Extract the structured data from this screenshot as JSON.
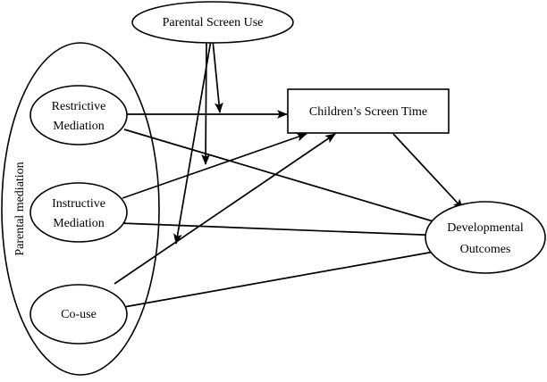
{
  "diagram": {
    "title": "Parental mediation and children's screen time conceptual model",
    "type": "path-diagram",
    "stroke_color": "#000000",
    "background_color": "#ffffff",
    "groups": [
      {
        "id": "parental-mediation-group",
        "label": "Parental mediation",
        "shape": "ellipse",
        "orientation": "vertical-text"
      }
    ],
    "nodes": [
      {
        "id": "parental-screen-use",
        "label": "Parental Screen  Use",
        "shape": "ellipse"
      },
      {
        "id": "restrictive-mediation",
        "line1": "Restrictive",
        "line2": "Mediation",
        "label": "Restrictive Mediation",
        "shape": "ellipse"
      },
      {
        "id": "instructive-mediation",
        "line1": "Instructive",
        "line2": "Mediation",
        "label": "Instructive Mediation",
        "shape": "ellipse"
      },
      {
        "id": "co-use",
        "label": "Co-use",
        "shape": "ellipse"
      },
      {
        "id": "childrens-screen-time",
        "label": "Children’s Screen Time",
        "shape": "rectangle"
      },
      {
        "id": "developmental-outcomes",
        "line1": "Developmental",
        "line2": "Outcomes",
        "label": "Developmental Outcomes",
        "shape": "ellipse"
      }
    ],
    "edges": [
      {
        "id": "edge-psu-restrictive",
        "from": "parental-screen-use",
        "to": "restrictive-mediation",
        "arrow": true
      },
      {
        "id": "edge-psu-instructive",
        "from": "parental-screen-use",
        "to": "instructive-mediation",
        "arrow": true
      },
      {
        "id": "edge-psu-co-use",
        "from": "parental-screen-use",
        "to": "co-use",
        "arrow": true
      },
      {
        "id": "edge-restrictive-cst",
        "from": "restrictive-mediation",
        "to": "childrens-screen-time",
        "arrow": true
      },
      {
        "id": "edge-restrictive-do",
        "from": "restrictive-mediation",
        "to": "developmental-outcomes",
        "arrow": true
      },
      {
        "id": "edge-instructive-cst",
        "from": "instructive-mediation",
        "to": "childrens-screen-time",
        "arrow": true
      },
      {
        "id": "edge-instructive-do",
        "from": "instructive-mediation",
        "to": "developmental-outcomes",
        "arrow": true
      },
      {
        "id": "edge-co-use-cst",
        "from": "co-use",
        "to": "childrens-screen-time",
        "arrow": true
      },
      {
        "id": "edge-co-use-do",
        "from": "co-use",
        "to": "developmental-outcomes",
        "arrow": true
      },
      {
        "id": "edge-cst-do",
        "from": "childrens-screen-time",
        "to": "developmental-outcomes",
        "arrow": true
      }
    ]
  }
}
